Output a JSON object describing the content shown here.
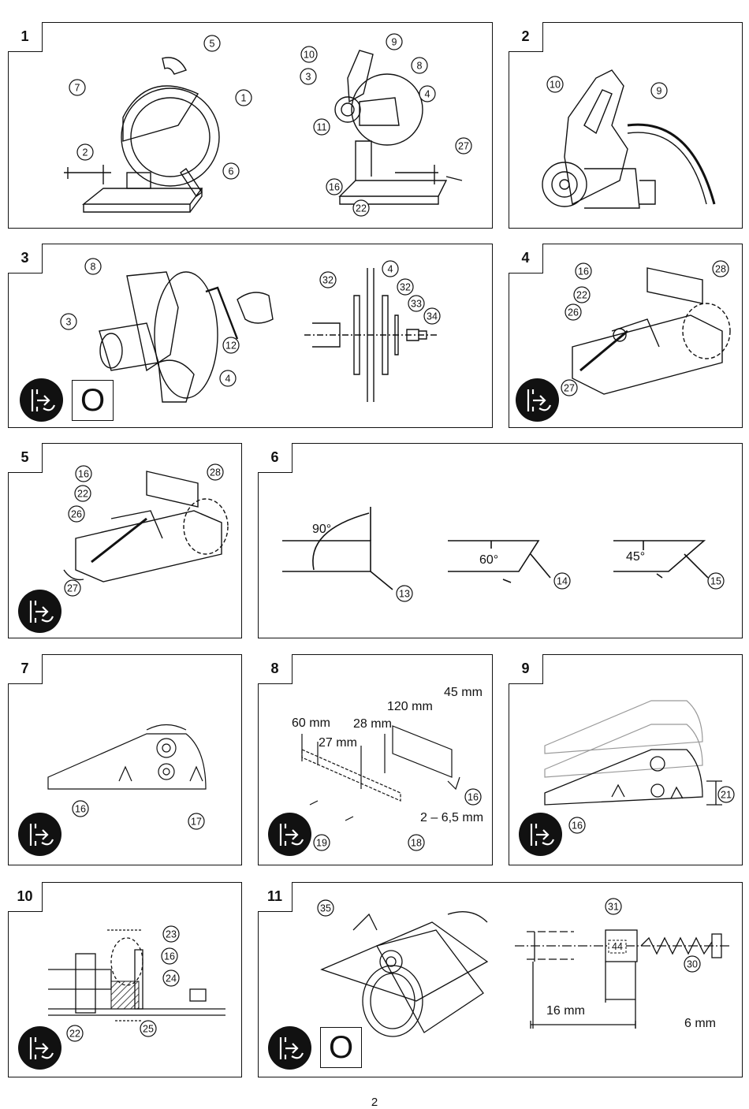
{
  "page_number": "2",
  "icons": {
    "unplug": "unplug-icon",
    "wrench_hex": "hex-key-icon"
  },
  "panels": {
    "p1": {
      "num": "1",
      "callouts": [
        "5",
        "7",
        "1",
        "2",
        "6",
        "10",
        "9",
        "3",
        "8",
        "4",
        "11",
        "27",
        "16",
        "22"
      ]
    },
    "p2": {
      "num": "2",
      "callouts": [
        "10",
        "9"
      ]
    },
    "p3": {
      "num": "3",
      "callouts": [
        "8",
        "3",
        "12",
        "4",
        "32",
        "4",
        "32",
        "33",
        "34"
      ],
      "box_letter": "O"
    },
    "p4": {
      "num": "4",
      "callouts": [
        "16",
        "28",
        "22",
        "26",
        "27"
      ]
    },
    "p5": {
      "num": "5",
      "callouts": [
        "16",
        "28",
        "22",
        "26",
        "27"
      ]
    },
    "p6": {
      "num": "6",
      "angles": [
        "90°",
        "60°",
        "45°"
      ],
      "callouts": [
        "13",
        "14",
        "15"
      ]
    },
    "p7": {
      "num": "7",
      "callouts": [
        "16",
        "17"
      ]
    },
    "p8": {
      "num": "8",
      "dims": [
        "45 mm",
        "120 mm",
        "60 mm",
        "28 mm",
        "27 mm",
        "2 – 6,5 mm"
      ],
      "callouts": [
        "16",
        "19",
        "18"
      ]
    },
    "p9": {
      "num": "9",
      "callouts": [
        "21",
        "16"
      ]
    },
    "p10": {
      "num": "10",
      "callouts": [
        "23",
        "16",
        "24",
        "22",
        "25"
      ]
    },
    "p11": {
      "num": "11",
      "callouts": [
        "35",
        "31",
        "30"
      ],
      "dims": [
        "16 mm",
        "6 mm"
      ],
      "box_letter": "O",
      "tag": "44"
    }
  }
}
